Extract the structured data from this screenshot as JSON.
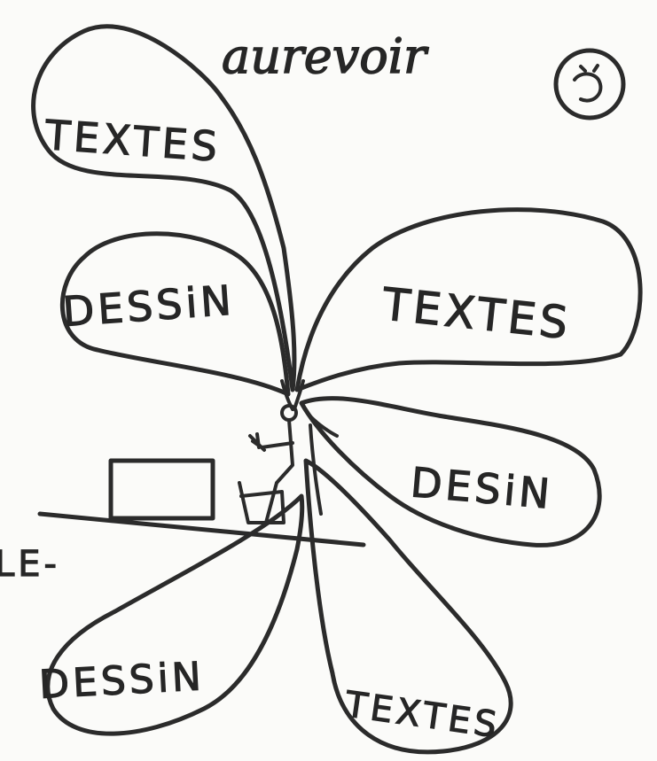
{
  "drawing": {
    "greeting": "aurevoir",
    "face_glyph": "☺",
    "petal_labels": {
      "top_left": "TEXTES",
      "middle_left": "DESSiN",
      "right": "TEXTES",
      "lower_right": "DESiN",
      "bottom_left": "DESSiN",
      "bottom": "TEXTES"
    },
    "edge_fragment": "LE-",
    "ink_color": "#2b2b2b",
    "paper_color": "#fbfbf9"
  }
}
